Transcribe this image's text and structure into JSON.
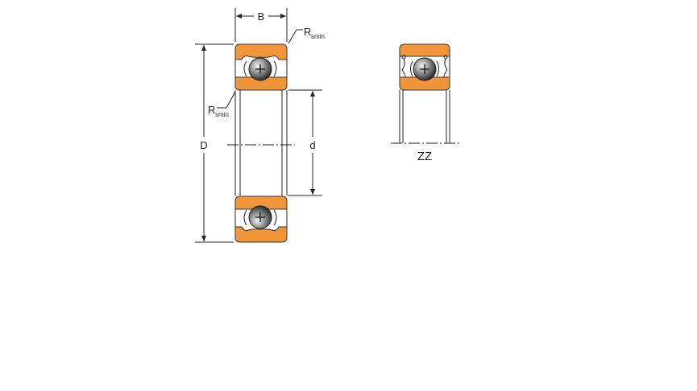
{
  "diagram": {
    "labels": {
      "width": "B",
      "outer_diameter": "D",
      "bore_diameter": "d",
      "radius_symbol": "R",
      "radius_subscript": "smin",
      "seal_type": "ZZ"
    },
    "colors": {
      "ring": "#f0953a",
      "line": "#222222",
      "ball_light": "#f2f2f2",
      "ball_dark": "#2a2a2a"
    }
  }
}
